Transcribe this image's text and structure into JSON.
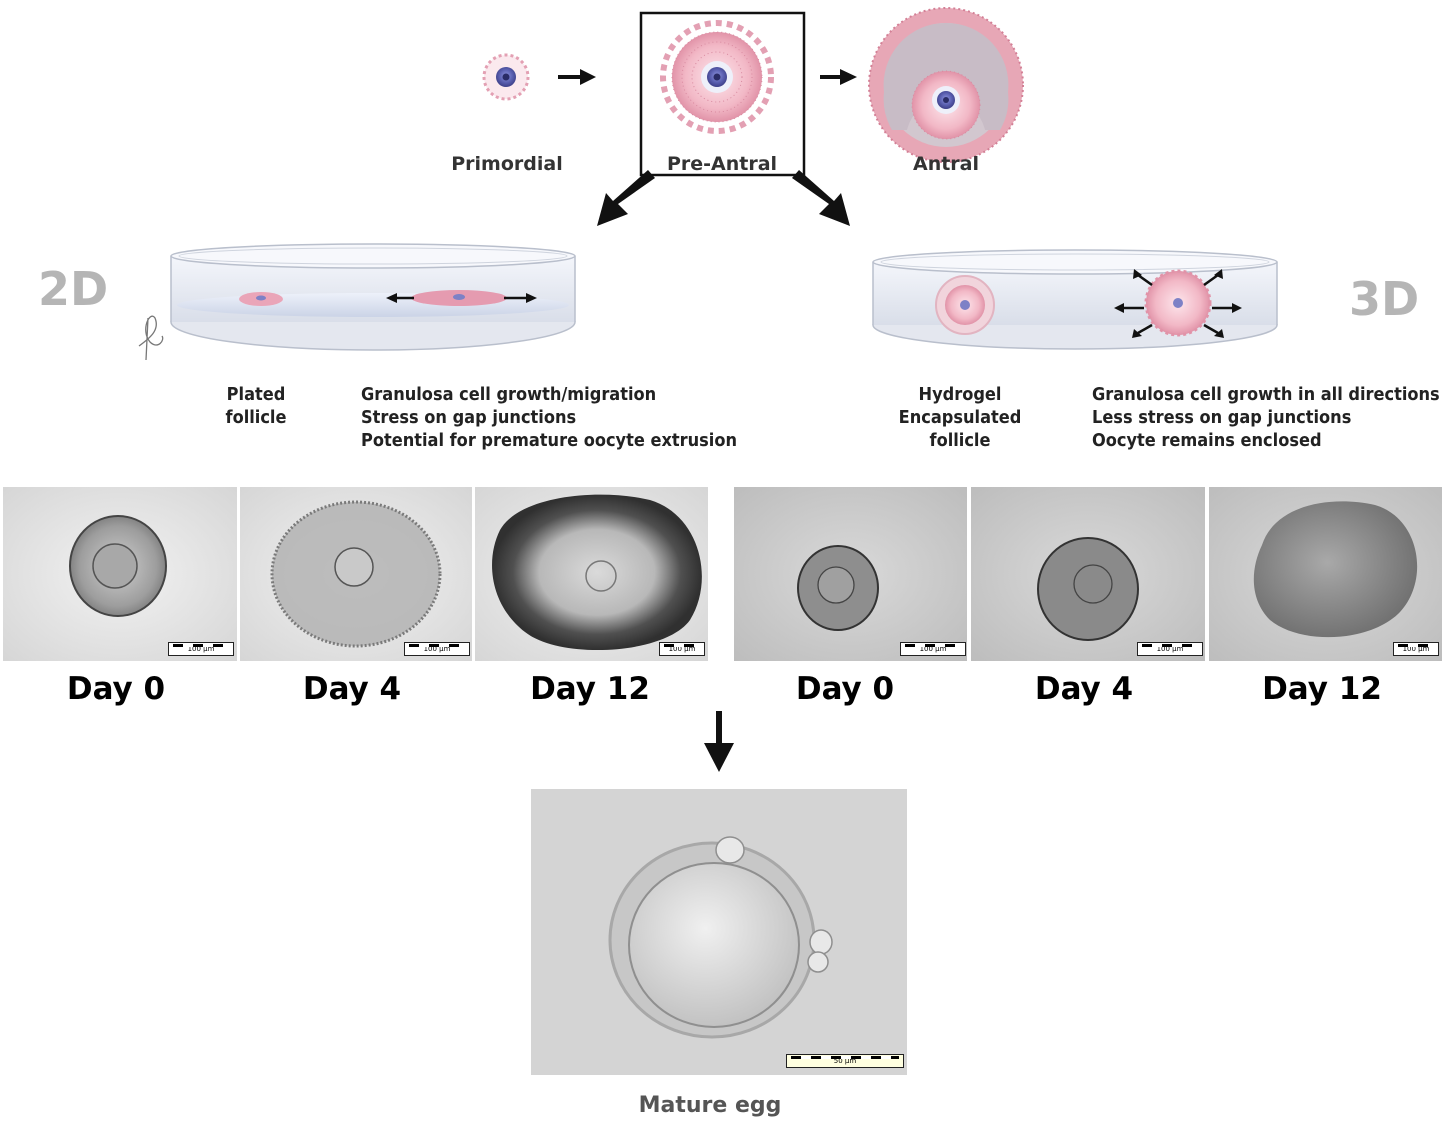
{
  "stages": {
    "primordial": "Primordial",
    "preantral": "Pre-Antral",
    "antral": "Antral"
  },
  "culture_2d": {
    "label": "2D",
    "left_caption": [
      "Plated",
      "follicle"
    ],
    "right_caption": [
      "Granulosa cell growth/migration",
      "Stress on gap junctions",
      "Potential for premature oocyte extrusion"
    ]
  },
  "culture_3d": {
    "label": "3D",
    "left_caption": [
      "Hydrogel",
      "Encapsulated",
      "follicle"
    ],
    "right_caption": [
      "Granulosa cell growth in all directions",
      "Less stress on gap junctions",
      "Oocyte remains enclosed"
    ]
  },
  "micrographs_2d": [
    {
      "day": "Day 0",
      "scale": "100 μm"
    },
    {
      "day": "Day 4",
      "scale": "100 μm"
    },
    {
      "day": "Day 12",
      "scale": "100 μm"
    }
  ],
  "micrographs_3d": [
    {
      "day": "Day 0",
      "scale": "100 μm"
    },
    {
      "day": "Day 4",
      "scale": "100 μm"
    },
    {
      "day": "Day 12",
      "scale": "100 μm"
    }
  ],
  "mature": {
    "label": "Mature egg",
    "scale": "50 μm"
  },
  "colors": {
    "label_gray": "#b5b5b5",
    "follicle_pink": "#e8a0b0",
    "oocyte_blue": "#5a5fb0"
  }
}
